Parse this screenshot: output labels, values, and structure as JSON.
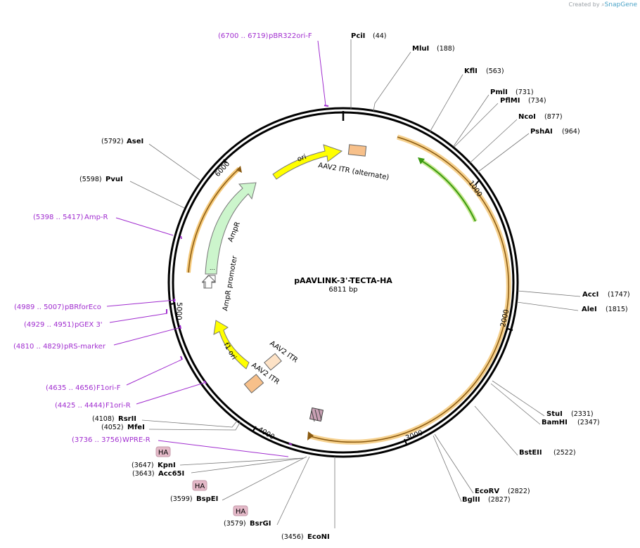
{
  "credit": {
    "prefix": "Created by",
    "brand": "SnapGene"
  },
  "plasmid": {
    "name": "pAAVLINK-3'-TECTA-HA",
    "length": 6811,
    "length_label": "6811 bp"
  },
  "ticks": [
    "1000",
    "2000",
    "3000",
    "4000",
    "5000",
    "6000"
  ],
  "enzymes": [
    {
      "name": "PciI",
      "pos": "(44)"
    },
    {
      "name": "MluI",
      "pos": "(188)"
    },
    {
      "name": "KflI",
      "pos": "(563)"
    },
    {
      "name": "PmlI",
      "pos": "(731)"
    },
    {
      "name": "PflMI",
      "pos": "(734)"
    },
    {
      "name": "NcoI",
      "pos": "(877)"
    },
    {
      "name": "PshAI",
      "pos": "(964)"
    },
    {
      "name": "AccI",
      "pos": "(1747)"
    },
    {
      "name": "AleI",
      "pos": "(1815)"
    },
    {
      "name": "StuI",
      "pos": "(2331)"
    },
    {
      "name": "BamHI",
      "pos": "(2347)"
    },
    {
      "name": "BstEII",
      "pos": "(2522)"
    },
    {
      "name": "EcoRV",
      "pos": "(2822)"
    },
    {
      "name": "BglII",
      "pos": "(2827)"
    },
    {
      "name": "EcoNI",
      "pos": "(3456)"
    },
    {
      "name": "BsrGI",
      "pos": "(3579)"
    },
    {
      "name": "BspEI",
      "pos": "(3599)"
    },
    {
      "name": "Acc65I",
      "pos": "(3643)"
    },
    {
      "name": "KpnI",
      "pos": "(3647)"
    },
    {
      "name": "MfeI",
      "pos": "(4052)"
    },
    {
      "name": "RsrII",
      "pos": "(4108)"
    },
    {
      "name": "PvuI",
      "pos": "(5598)"
    },
    {
      "name": "AseI",
      "pos": "(5792)"
    }
  ],
  "primers": [
    {
      "name": "pBR322ori-F",
      "range": "(6700 .. 6719)"
    },
    {
      "name": "Amp-R",
      "range": "(5398 .. 5417)"
    },
    {
      "name": "pBRforEco",
      "range": "(4989 .. 5007)"
    },
    {
      "name": "pGEX 3'",
      "range": "(4929 .. 4951)"
    },
    {
      "name": "pRS-marker",
      "range": "(4810 .. 4829)"
    },
    {
      "name": "F1ori-F",
      "range": "(4635 .. 4656)"
    },
    {
      "name": "F1ori-R",
      "range": "(4425 .. 4444)"
    },
    {
      "name": "WPRE-R",
      "range": "(3736 .. 3756)"
    }
  ],
  "features": [
    {
      "name": "ori"
    },
    {
      "name": "AAV2 ITR (alternate)"
    },
    {
      "name": "AmpR"
    },
    {
      "name": "AmpR promoter"
    },
    {
      "name": "f1 ori"
    },
    {
      "name": "AAV2 ITR"
    },
    {
      "name": "AAV2 ITR"
    },
    {
      "name": "HA"
    },
    {
      "name": "HA"
    },
    {
      "name": "HA"
    }
  ],
  "colors": {
    "primer": "#a02ccf",
    "ori": "#ffff00",
    "ampr": "#ccf5cc",
    "itr": "#f7c08a",
    "tecta": "#f5c97a",
    "green_arrow": "#3a9a10",
    "ha": "#d7a6b8"
  }
}
